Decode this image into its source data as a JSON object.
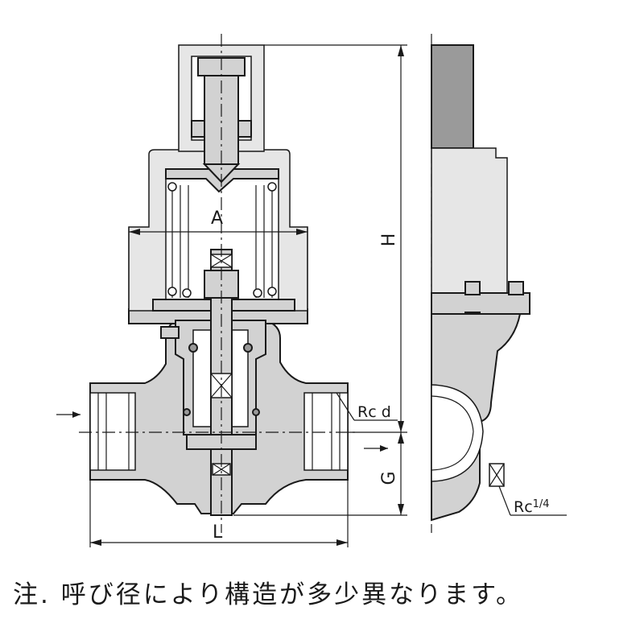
{
  "labels": {
    "a": "A",
    "h": "H",
    "l": "L",
    "g": "G",
    "rc_d": "Rc d",
    "rc_quarter_base": "Rc",
    "rc_quarter_frac": "1/4"
  },
  "note": "注. 呼び径により構造が多少異なります。"
}
